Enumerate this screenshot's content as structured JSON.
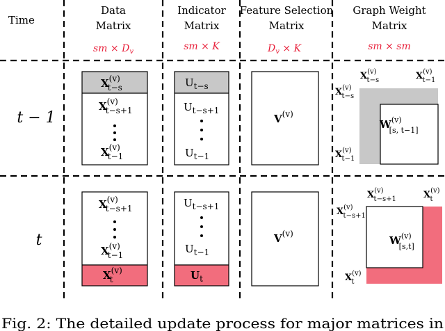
{
  "headers": {
    "time": "Time",
    "data_matrix": [
      "Data",
      "Matrix"
    ],
    "indicator_matrix": [
      "Indicator",
      "Matrix"
    ],
    "feature_selection_matrix": [
      "Feature Selection",
      "Matrix"
    ],
    "graph_weight_matrix": [
      "Graph Weight",
      "Matrix"
    ]
  },
  "dimensions": {
    "data": "sm × D",
    "data_sub": "v",
    "indicator": "sm × K",
    "feature_pre": "D",
    "feature_sub": "v",
    "feature_post": " × K",
    "graph": "sm × sm"
  },
  "rows": {
    "t_minus_1": "t − 1",
    "t": "t"
  },
  "row1": {
    "data_items": [
      {
        "base": "X",
        "sub": "t−s",
        "sup": "(v)"
      },
      {
        "base": "X",
        "sub": "t−s+1",
        "sup": "(v)"
      },
      {
        "base": "X",
        "sub": "t−1",
        "sup": "(v)"
      }
    ],
    "indicator_items": [
      {
        "base": "U",
        "sub": "t−s"
      },
      {
        "base": "U",
        "sub": "t−s+1"
      },
      {
        "base": "U",
        "sub": "t−1"
      }
    ],
    "feature": {
      "base": "V",
      "sup": "(v)"
    },
    "graph": {
      "col_left": {
        "base": "X",
        "sub": "t−s",
        "sup": "(v)"
      },
      "col_right": {
        "base": "X",
        "sub": "t−1",
        "sup": "(v)"
      },
      "row_top": {
        "base": "X",
        "sub": "t−s",
        "sup": "(v)"
      },
      "row_bottom": {
        "base": "X",
        "sub": "t−1",
        "sup": "(v)"
      },
      "center": {
        "base": "W",
        "sub": "[s, t−1]",
        "sup": "(v)"
      }
    }
  },
  "row2": {
    "data_items": [
      {
        "base": "X",
        "sub": "t−s+1",
        "sup": "(v)"
      },
      {
        "base": "X",
        "sub": "t−1",
        "sup": "(v)"
      },
      {
        "base": "X",
        "sub": "t",
        "sup": "(v)"
      }
    ],
    "indicator_items": [
      {
        "base": "U",
        "sub": "t−s+1"
      },
      {
        "base": "U",
        "sub": "t−1"
      },
      {
        "base": "U",
        "sub": "t"
      }
    ],
    "feature": {
      "base": "V",
      "sup": "(v)"
    },
    "graph": {
      "col_left": {
        "base": "X",
        "sub": "t−s+1",
        "sup": "(v)"
      },
      "col_right": {
        "base": "X",
        "sub": "t",
        "sup": "(v)"
      },
      "row_top": {
        "base": "X",
        "sub": "t−s+1",
        "sup": "(v)"
      },
      "row_bottom": {
        "base": "X",
        "sub": "t",
        "sup": "(v)"
      },
      "center": {
        "base": "W",
        "sub": "[s,t]",
        "sup": "(v)"
      }
    }
  },
  "caption": "Fig. 2: The detailed update process for major matrices in",
  "colors": {
    "gray": "#c8c8c8",
    "red": "#f26d7d",
    "dimension_text": "#e8213b"
  }
}
